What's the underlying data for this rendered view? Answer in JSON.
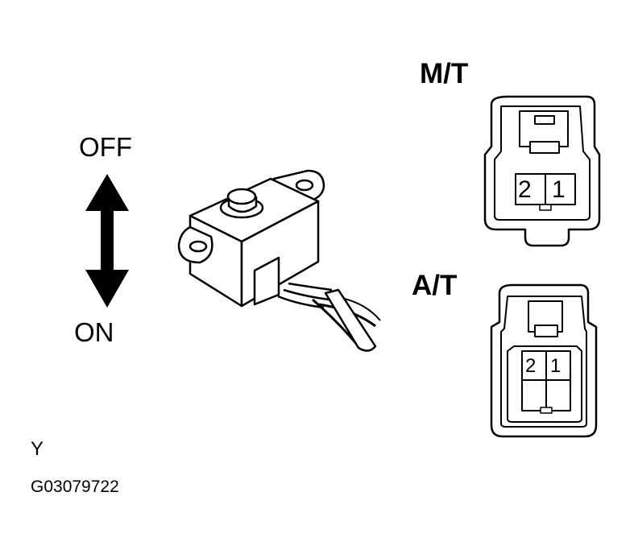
{
  "labels": {
    "off": "OFF",
    "on": "ON",
    "mt": "M/T",
    "at": "A/T",
    "corner_letter": "Y",
    "figure_code": "G03079722"
  },
  "mt_connector": {
    "pins": [
      "2",
      "1"
    ]
  },
  "at_connector": {
    "pins": [
      "2",
      "1"
    ]
  },
  "colors": {
    "ink": "#000000",
    "paper": "#ffffff"
  }
}
